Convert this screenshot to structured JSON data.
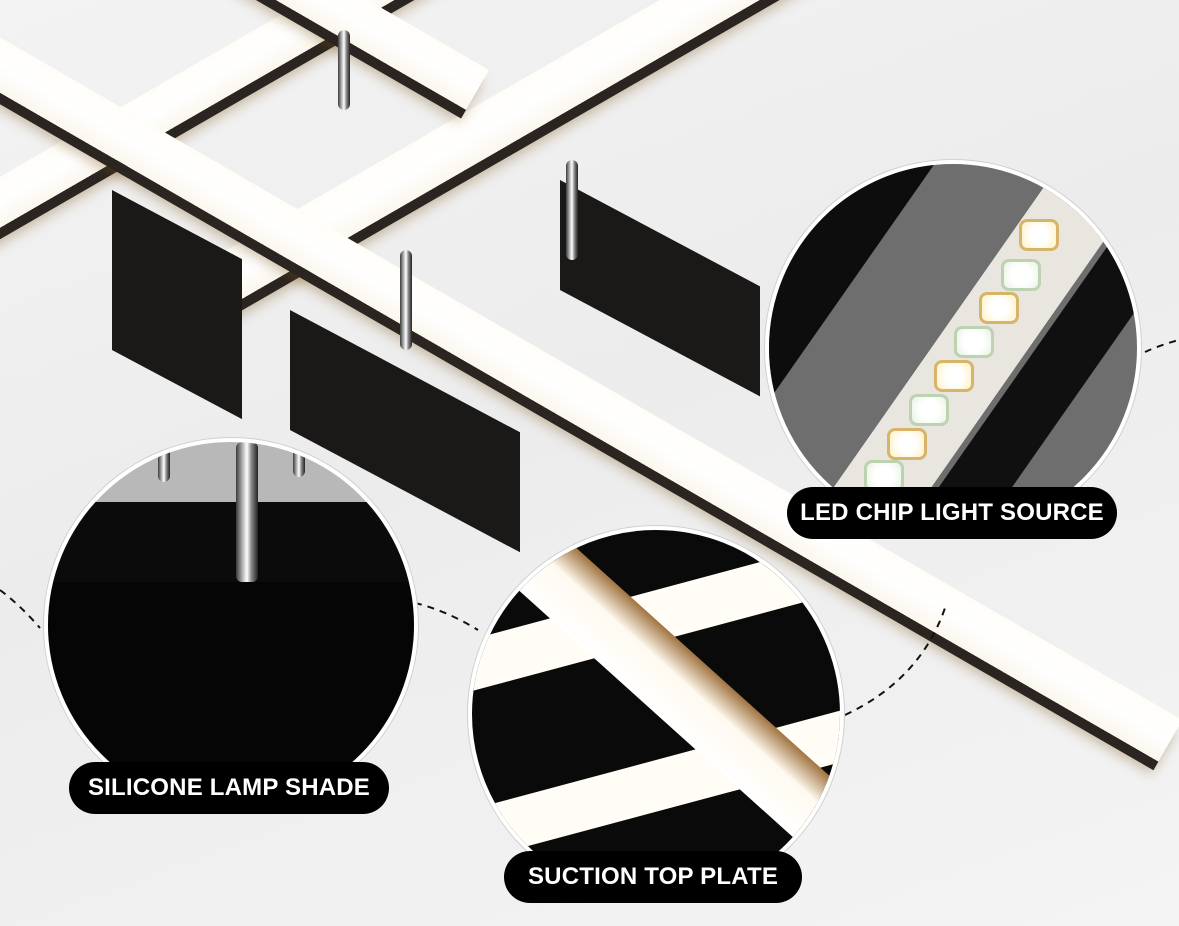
{
  "image": {
    "subject": "Black modern LED ceiling light with crossed glowing bars, product feature callouts",
    "background_color": "#efefef",
    "accent_colors": {
      "label_background": "#000000",
      "label_text": "#ffffff",
      "fixture_black": "#1b1918",
      "led_glow": "#fffdf8",
      "warm_edge": "#b8894a"
    }
  },
  "callouts": [
    {
      "id": "led",
      "label": "LED CHIP LIGHT SOURCE",
      "detail": "Close-up of LED strip with alternating warm and cool white chips"
    },
    {
      "id": "shade",
      "label": "SILICONE LAMP SHADE",
      "detail": "Close-up of black base box with chrome rods"
    },
    {
      "id": "plate",
      "label": "SUCTION TOP PLATE",
      "detail": "Close-up of crossed glowing bars over black frame"
    }
  ]
}
